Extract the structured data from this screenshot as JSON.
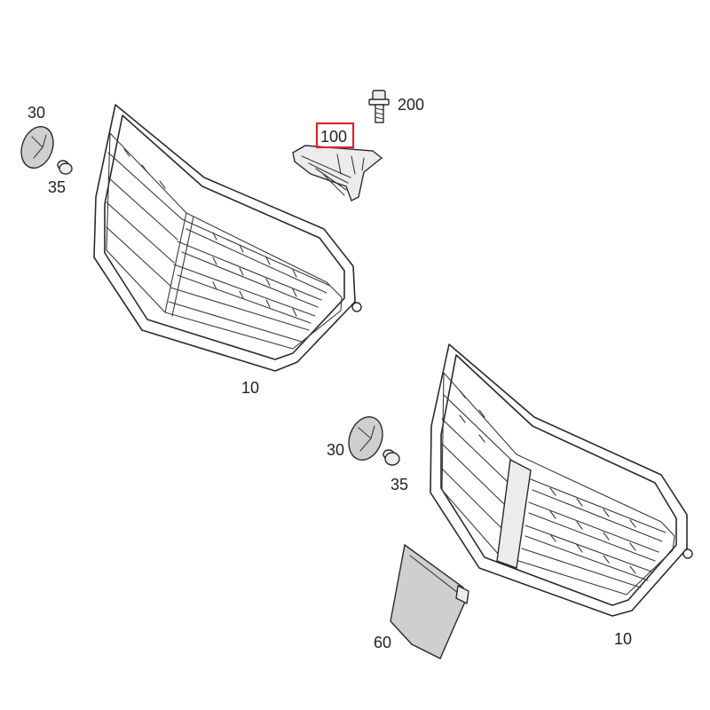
{
  "callouts": {
    "grille_upper": "10",
    "grille_lower": "10",
    "emblem_upper": "30",
    "emblem_lower": "30",
    "nut_upper": "35",
    "nut_lower": "35",
    "cover_panel": "60",
    "bracket": "100",
    "bolt": "200"
  },
  "highlight": {
    "part": "100",
    "color": "#d9262c"
  }
}
